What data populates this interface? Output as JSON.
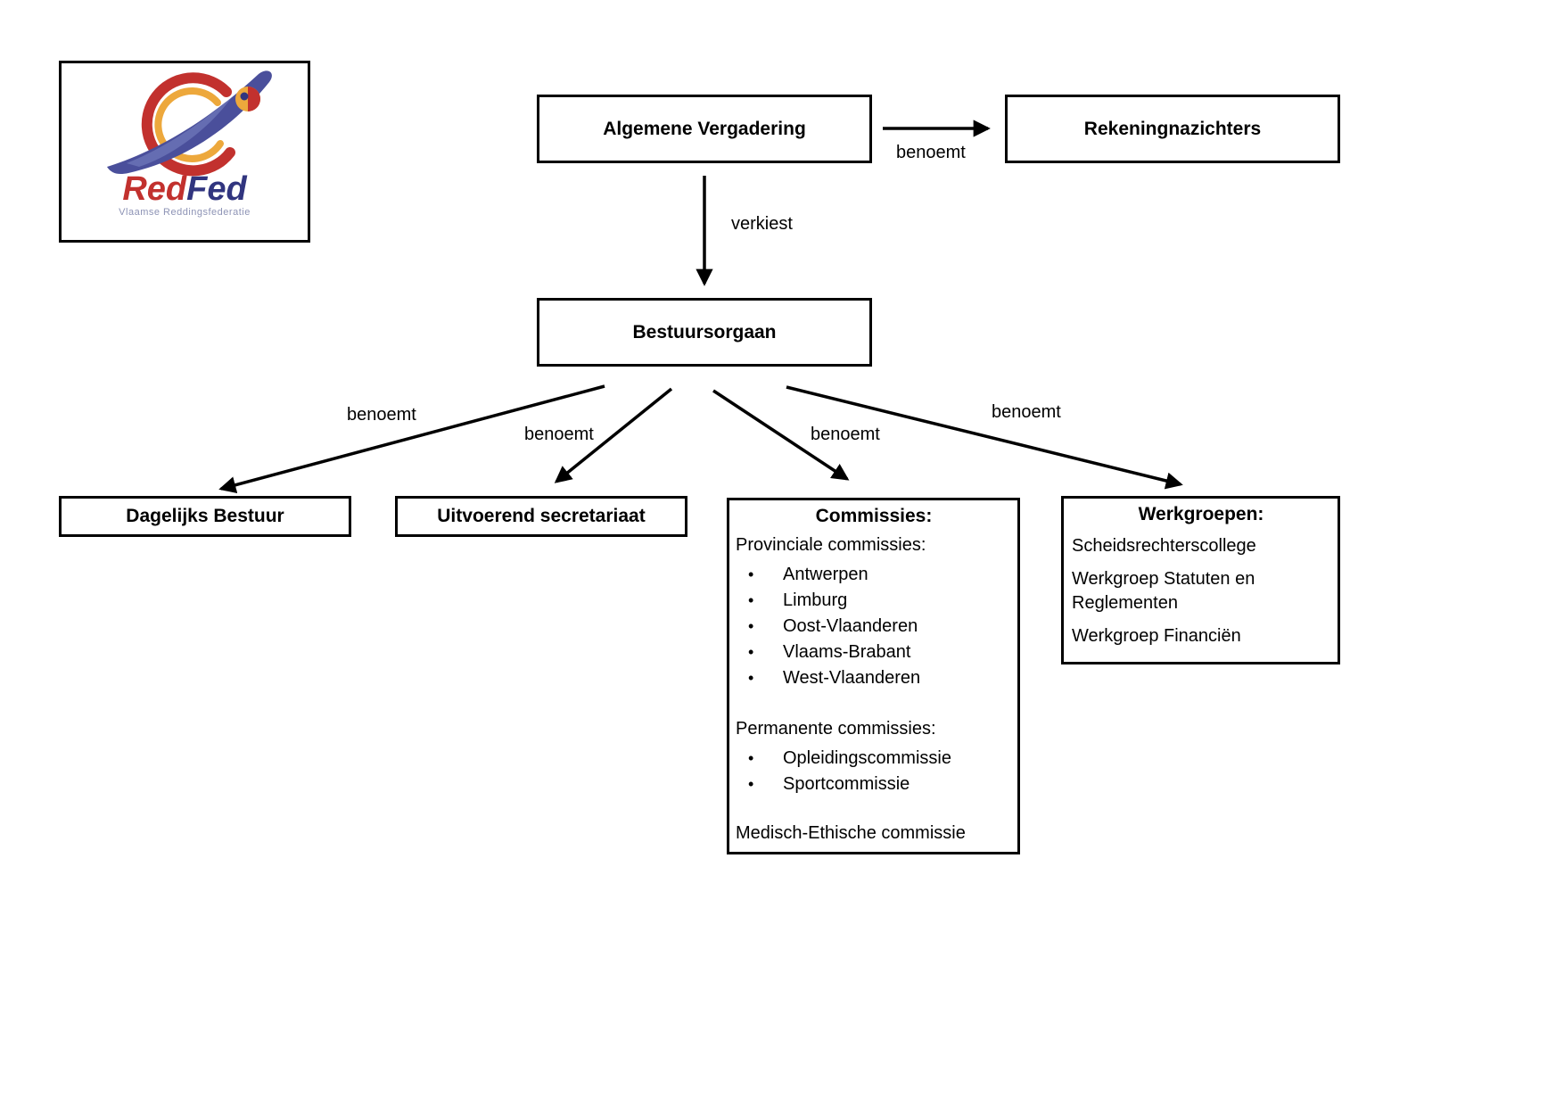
{
  "logo": {
    "brand_red": "Red",
    "brand_blue": "Fed",
    "subtitle": "Vlaamse Reddingsfederatie",
    "colors": {
      "red": "#c2312e",
      "blue": "#31357f",
      "yellow": "#eda83c"
    }
  },
  "nodes": {
    "algemene_vergadering": {
      "label": "Algemene Vergadering"
    },
    "rekeningnazichters": {
      "label": "Rekeningnazichters"
    },
    "bestuursorgaan": {
      "label": "Bestuursorgaan"
    },
    "dagelijks_bestuur": {
      "label": "Dagelijks Bestuur"
    },
    "uitvoerend_secretariaat": {
      "label": "Uitvoerend secretariaat"
    },
    "commissies": {
      "title": "Commissies:",
      "provinciale_header": "Provinciale commissies:",
      "provinciale_items": [
        "Antwerpen",
        "Limburg",
        "Oost-Vlaanderen",
        "Vlaams-Brabant",
        "West-Vlaanderen"
      ],
      "permanente_header": "Permanente commissies:",
      "permanente_items": [
        "Opleidingscommissie",
        "Sportcommissie"
      ],
      "footer": "Medisch-Ethische commissie"
    },
    "werkgroepen": {
      "title": "Werkgroepen:",
      "items": [
        "Scheidsrechterscollege",
        "Werkgroep Statuten en Reglementen",
        "Werkgroep Financiën"
      ]
    }
  },
  "edges": {
    "benoemt_rekeningnazichters": "benoemt",
    "verkiest": "verkiest",
    "benoemt_dagelijks": "benoemt",
    "benoemt_uitvoerend": "benoemt",
    "benoemt_commissies": "benoemt",
    "benoemt_werkgroepen": "benoemt"
  }
}
